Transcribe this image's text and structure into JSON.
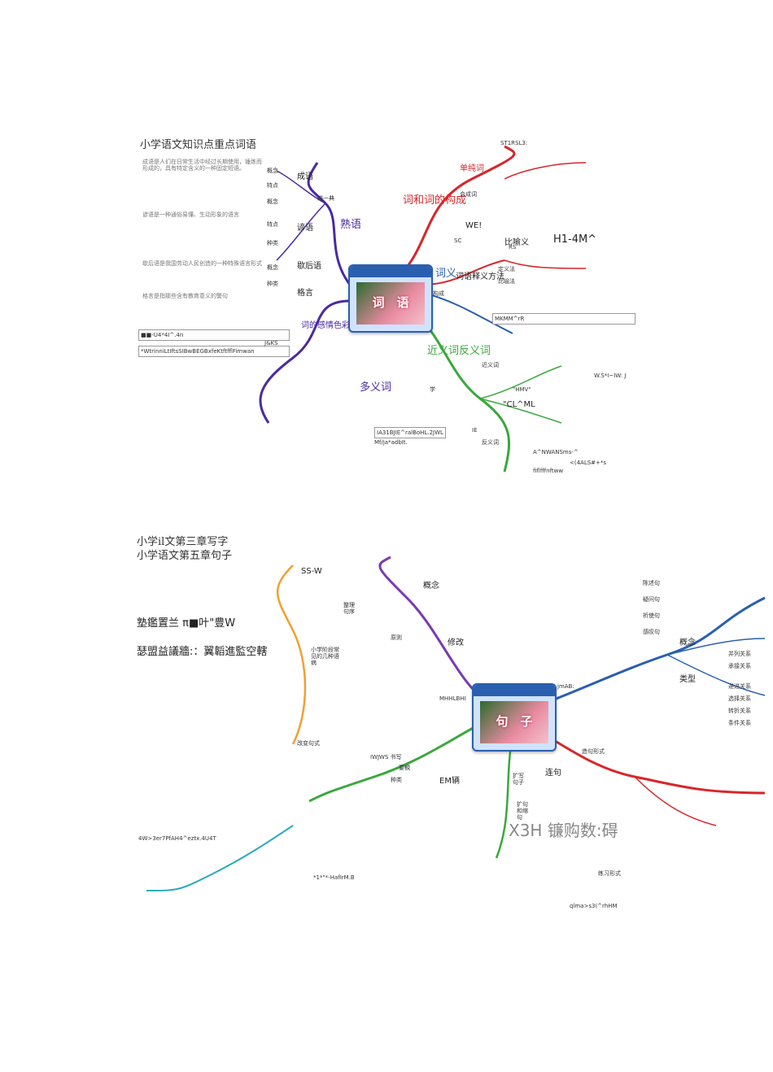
{
  "top": {
    "title": "小学语文知识点重点词语",
    "center_label": "词　语",
    "branches": {
      "shuzhi": "熟语",
      "cihui_gou_cheng": "词和词的构成",
      "cihui_fen_lei": "词义",
      "jin_fan_yi": "近义词反义词",
      "duoyi": "多义词",
      "cise": "词的感情色彩"
    },
    "left_nodes": [
      "成语",
      "谚语",
      "歇后语",
      "格言"
    ],
    "left_sub": [
      "概念",
      "特点",
      "概念",
      "特点",
      "种类",
      "概念",
      "种类"
    ],
    "left_texts": [
      "成语是人们在日常生活中经过长期使用，锤炼而形成的，具有特定含义的一种固定短语。",
      "谚语是一种通俗易懂、生动形象的语言",
      "歇后语是我国劳动人民创造的一种特殊语言形式",
      "格言是指那些含有教育意义的警句"
    ],
    "right_nodes": [
      "单纯词",
      "合成词",
      "比喻义",
      "词语释义方法"
    ],
    "right_texts": [
      "ST1RSL3:",
      "WE!",
      "SC",
      "RS",
      "定义法",
      "比喻法",
      "近义词",
      "反义词"
    ],
    "codes": [
      "■■-U4*4I^.4n",
      "*WtrinniLtIftsSIBwBEGBxfeKtftfflFimwan",
      "H1-4M^",
      "MKMM^rR",
      "W.S*I~IW: J",
      "\"HMV\"",
      "\"CL^ML",
      "IA31BJIE^ralBoHL.2JWL",
      "Mf/ja*adbIt.",
      "A^NWANSms-^",
      "<(4ALS#+*s",
      "fiflfffnftww"
    ],
    "mid_labels": [
      "进一典",
      "构成",
      "学",
      "IE",
      "J&KS"
    ]
  },
  "bottom": {
    "title1": "小学il文第三章写字",
    "title2": "小学语文第五章句子",
    "center_label": "句　子",
    "left_labels": [
      "SS-W",
      "整理句序",
      "小学阶段常见的几种语病",
      "改变句式",
      "扩写句子"
    ],
    "branches": [
      "概念",
      "修改",
      "原则",
      "种类",
      "连句",
      "扩句和缩句",
      "造句形式",
      "练习形式"
    ],
    "right_nodes": [
      "概念",
      "类型",
      "陈述句",
      "疑问句",
      "祈使句",
      "感叹句"
    ],
    "right_texts": [
      "并列关系",
      "承接关系",
      "递进关系",
      "选择关系",
      "转折关系",
      "条件关系"
    ],
    "codes": [
      "塾鑑置兰 π■叶\"豊W",
      "瑟盟益議牆:：翼韜進監空轄",
      "EM辆",
      "X3H 镰购数:碍",
      "jmAB:",
      "MHHLBHI",
      "qlma>s3(^rhHM",
      "*1*\"*-HafIrM.B",
      "4W>3er7PfAH4^eztx.4U4T",
      "IWJWS 书写",
      "要覩"
    ]
  },
  "colors": {
    "red": "#d7262b",
    "purple": "#4a2aa0",
    "green": "#3aa83c",
    "blue": "#2a5fb0",
    "orange": "#f0a030",
    "teal": "#2aa8c0"
  }
}
